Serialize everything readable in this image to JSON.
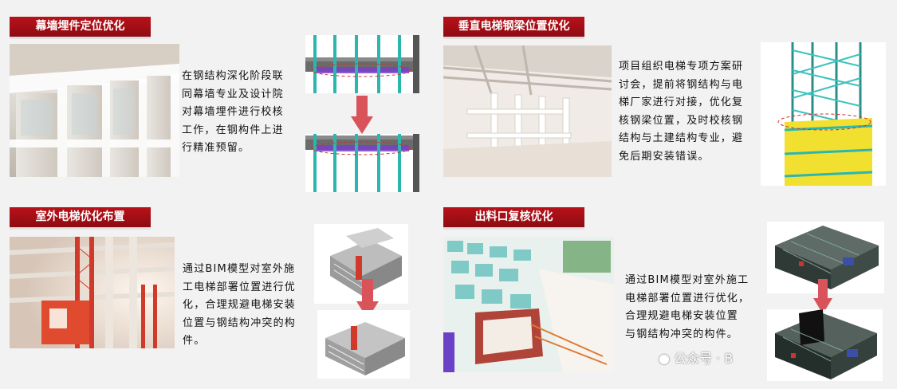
{
  "sections": [
    {
      "title": "幕墙埋件定位优化",
      "text_lines": [
        "在钢结构深化阶段联",
        "同幕墙专业及设计院",
        "对幕墙埋件进行校核",
        "工作，在钢构件上进",
        "行精准预留。"
      ]
    },
    {
      "title": "垂直电梯钢梁位置优化",
      "text_lines": [
        "项目组织电梯专项方案研",
        "讨会，提前将钢结构与电",
        "梯厂家进行对接，优化复",
        "核钢梁位置，及时校核钢",
        "结构与土建结构专业，避",
        "免后期安装错误。"
      ]
    },
    {
      "title": "室外电梯优化布置",
      "text_lines": [
        "通过BIM模型对室外施",
        "工电梯部署位置进行优",
        "化，合理规避电梯安装",
        "位置与钢结构冲突的构",
        "件。"
      ]
    },
    {
      "title": "出料口复核优化",
      "text_lines": [
        "通过BIM模型对室外施工",
        "电梯部署位置进行优化，",
        "合理规避电梯安装位置",
        "与钢结构冲突的构件。"
      ]
    }
  ],
  "watermark": "公众号 · B",
  "colors": {
    "title_red": "#a3111a",
    "arrow": "#d9545a",
    "cyan": "#2cb6b0",
    "purple": "#7a3fc9",
    "yellow": "#f2e030"
  }
}
